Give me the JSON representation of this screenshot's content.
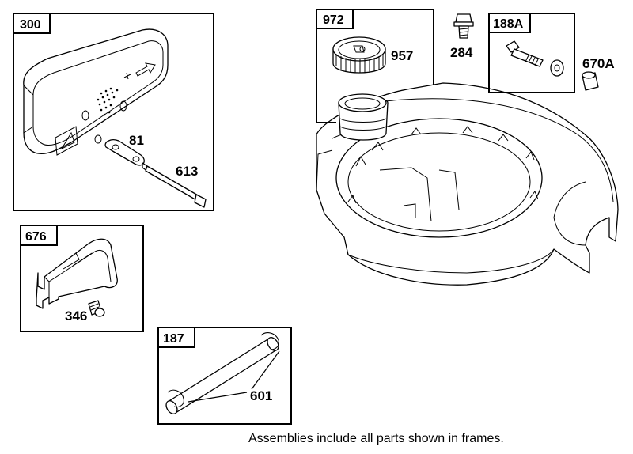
{
  "frames": {
    "f300": "300",
    "f972": "972",
    "f188a": "188A",
    "f676": "676",
    "f187": "187"
  },
  "callouts": {
    "c957": "957",
    "c284": "284",
    "c670a": "670A",
    "c81": "81",
    "c613": "613",
    "c346": "346",
    "c601": "601"
  },
  "footer_note": "Assemblies include all parts shown in frames."
}
